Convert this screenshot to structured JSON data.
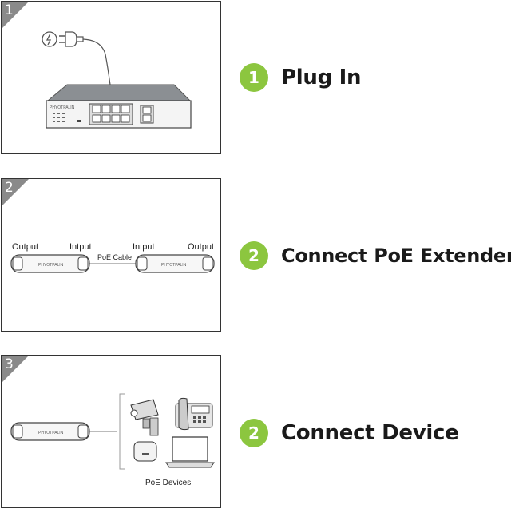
{
  "panels": [
    {
      "number": "1"
    },
    {
      "number": "2",
      "labels": {
        "output_left": "Output",
        "input_left": "Intput",
        "cable": "PoE Cable",
        "input_right": "Intput",
        "output_right": "Output"
      }
    },
    {
      "number": "3",
      "devices_label": "PoE Devices"
    }
  ],
  "brand_text": "PHYOTPALIN",
  "steps": [
    {
      "badge": "1",
      "label": "Plug In"
    },
    {
      "badge": "2",
      "label": "Connect PoE Extenders"
    },
    {
      "badge": "2",
      "label": "Connect Device"
    }
  ],
  "colors": {
    "badge": "#8cc63f",
    "corner": "#8a8a8a"
  }
}
